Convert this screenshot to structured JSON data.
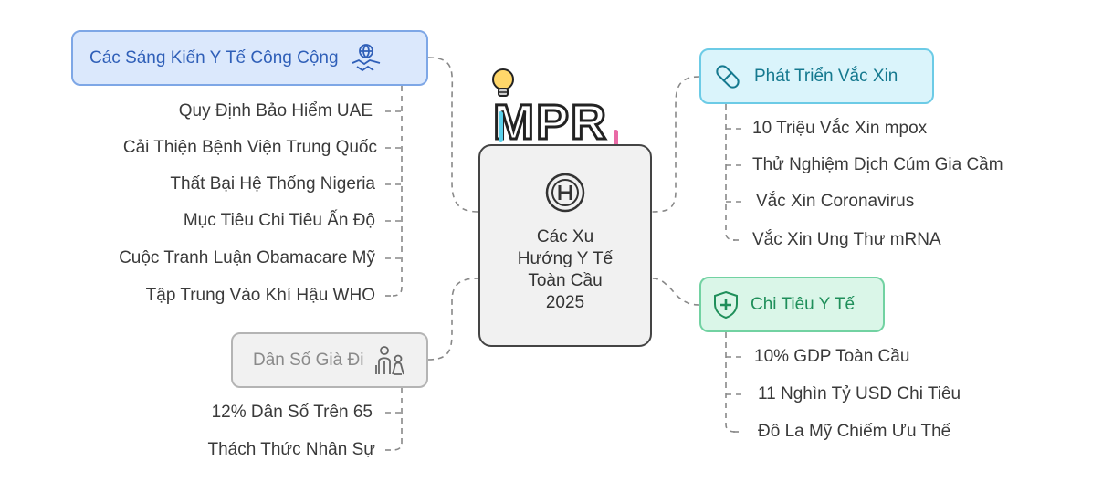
{
  "center": {
    "title": "Các Xu\nHướng Y Tế\nToàn Cầu\n2025",
    "icon": "hospital-h-icon"
  },
  "logo": {
    "text": "MPR",
    "icon": "lightbulb-icon"
  },
  "topics": {
    "public_health": {
      "label": "Các Sáng Kiến Y Tế Công Cộng",
      "icon": "handshake-globe-icon",
      "color": "#7ea7e6",
      "items": [
        "Quy Định Bảo Hiểm UAE",
        "Cải Thiện Bệnh Viện Trung Quốc",
        "Thất Bại Hệ Thống Nigeria",
        "Mục Tiêu Chi Tiêu Ấn Độ",
        "Cuộc Tranh Luận Obamacare Mỹ",
        "Tập Trung Vào Khí Hậu WHO"
      ]
    },
    "aging": {
      "label": "Dân Số Già Đi",
      "icon": "elderly-people-icon",
      "color": "#b4b4b4",
      "items": [
        "12% Dân Số Trên 65",
        "Thách Thức Nhân Sự"
      ]
    },
    "vaccine": {
      "label": "Phát Triển Vắc Xin",
      "icon": "pill-icon",
      "color": "#6ccbe6",
      "items": [
        "10 Triệu Vắc Xin mpox",
        "Thử Nghiệm Dịch Cúm Gia Cầm",
        "Vắc Xin Coronavirus",
        "Vắc Xin Ung Thư mRNA"
      ]
    },
    "spending": {
      "label": "Chi Tiêu Y Tế",
      "icon": "shield-plus-icon",
      "color": "#72d2a2",
      "items": [
        "10% GDP Toàn Cầu",
        "11 Nghìn Tỷ USD Chi Tiêu",
        "Đô La Mỹ Chiếm Ưu Thế"
      ]
    }
  }
}
